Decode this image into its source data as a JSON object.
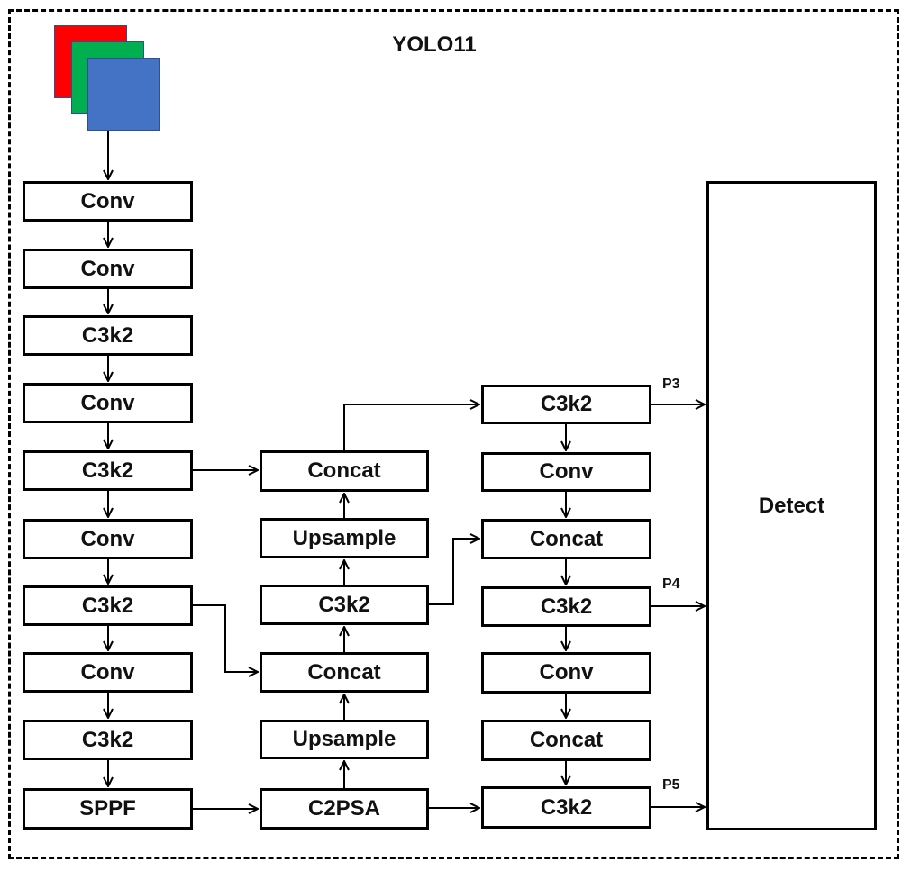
{
  "title": "YOLO11",
  "input_image": {
    "channels": [
      {
        "name": "red",
        "color": "#ff0000"
      },
      {
        "name": "green",
        "color": "#00b050"
      },
      {
        "name": "blue",
        "color": "#4472c4"
      }
    ]
  },
  "backbone": [
    {
      "id": "b0",
      "label": "Conv"
    },
    {
      "id": "b1",
      "label": "Conv"
    },
    {
      "id": "b2",
      "label": "C3k2"
    },
    {
      "id": "b3",
      "label": "Conv"
    },
    {
      "id": "b4",
      "label": "C3k2"
    },
    {
      "id": "b5",
      "label": "Conv"
    },
    {
      "id": "b6",
      "label": "C3k2"
    },
    {
      "id": "b7",
      "label": "Conv"
    },
    {
      "id": "b8",
      "label": "C3k2"
    },
    {
      "id": "b9",
      "label": "SPPF"
    }
  ],
  "neck_up": [
    {
      "id": "n0",
      "label": "Concat"
    },
    {
      "id": "n1",
      "label": "Upsample"
    },
    {
      "id": "n2",
      "label": "C3k2"
    },
    {
      "id": "n3",
      "label": "Concat"
    },
    {
      "id": "n4",
      "label": "Upsample"
    },
    {
      "id": "n5",
      "label": "C2PSA"
    }
  ],
  "neck_down": [
    {
      "id": "d0",
      "label": "C3k2"
    },
    {
      "id": "d1",
      "label": "Conv"
    },
    {
      "id": "d2",
      "label": "Concat"
    },
    {
      "id": "d3",
      "label": "C3k2"
    },
    {
      "id": "d4",
      "label": "Conv"
    },
    {
      "id": "d5",
      "label": "Concat"
    },
    {
      "id": "d6",
      "label": "C3k2"
    }
  ],
  "head": {
    "label": "Detect"
  },
  "outputs": [
    {
      "label": "P3"
    },
    {
      "label": "P4"
    },
    {
      "label": "P5"
    }
  ],
  "edges": [
    {
      "from": "input",
      "to": "b0"
    },
    {
      "from": "b0",
      "to": "b1"
    },
    {
      "from": "b1",
      "to": "b2"
    },
    {
      "from": "b2",
      "to": "b3"
    },
    {
      "from": "b3",
      "to": "b4"
    },
    {
      "from": "b4",
      "to": "b5"
    },
    {
      "from": "b5",
      "to": "b6"
    },
    {
      "from": "b6",
      "to": "b7"
    },
    {
      "from": "b7",
      "to": "b8"
    },
    {
      "from": "b8",
      "to": "b9"
    },
    {
      "from": "b9",
      "to": "n5"
    },
    {
      "from": "n5",
      "to": "n4"
    },
    {
      "from": "n4",
      "to": "n3"
    },
    {
      "from": "b6",
      "to": "n3"
    },
    {
      "from": "n3",
      "to": "n2"
    },
    {
      "from": "n2",
      "to": "n1"
    },
    {
      "from": "n1",
      "to": "n0"
    },
    {
      "from": "b4",
      "to": "n0"
    },
    {
      "from": "n0",
      "to": "d0"
    },
    {
      "from": "d0",
      "to": "d1"
    },
    {
      "from": "d1",
      "to": "d2"
    },
    {
      "from": "n2",
      "to": "d2"
    },
    {
      "from": "d2",
      "to": "d3"
    },
    {
      "from": "d3",
      "to": "d4"
    },
    {
      "from": "d4",
      "to": "d5"
    },
    {
      "from": "d5",
      "to": "d6"
    },
    {
      "from": "n5",
      "to": "d6"
    },
    {
      "from": "d0",
      "to": "detect",
      "label": "P3"
    },
    {
      "from": "d3",
      "to": "detect",
      "label": "P4"
    },
    {
      "from": "d6",
      "to": "detect",
      "label": "P5"
    }
  ]
}
